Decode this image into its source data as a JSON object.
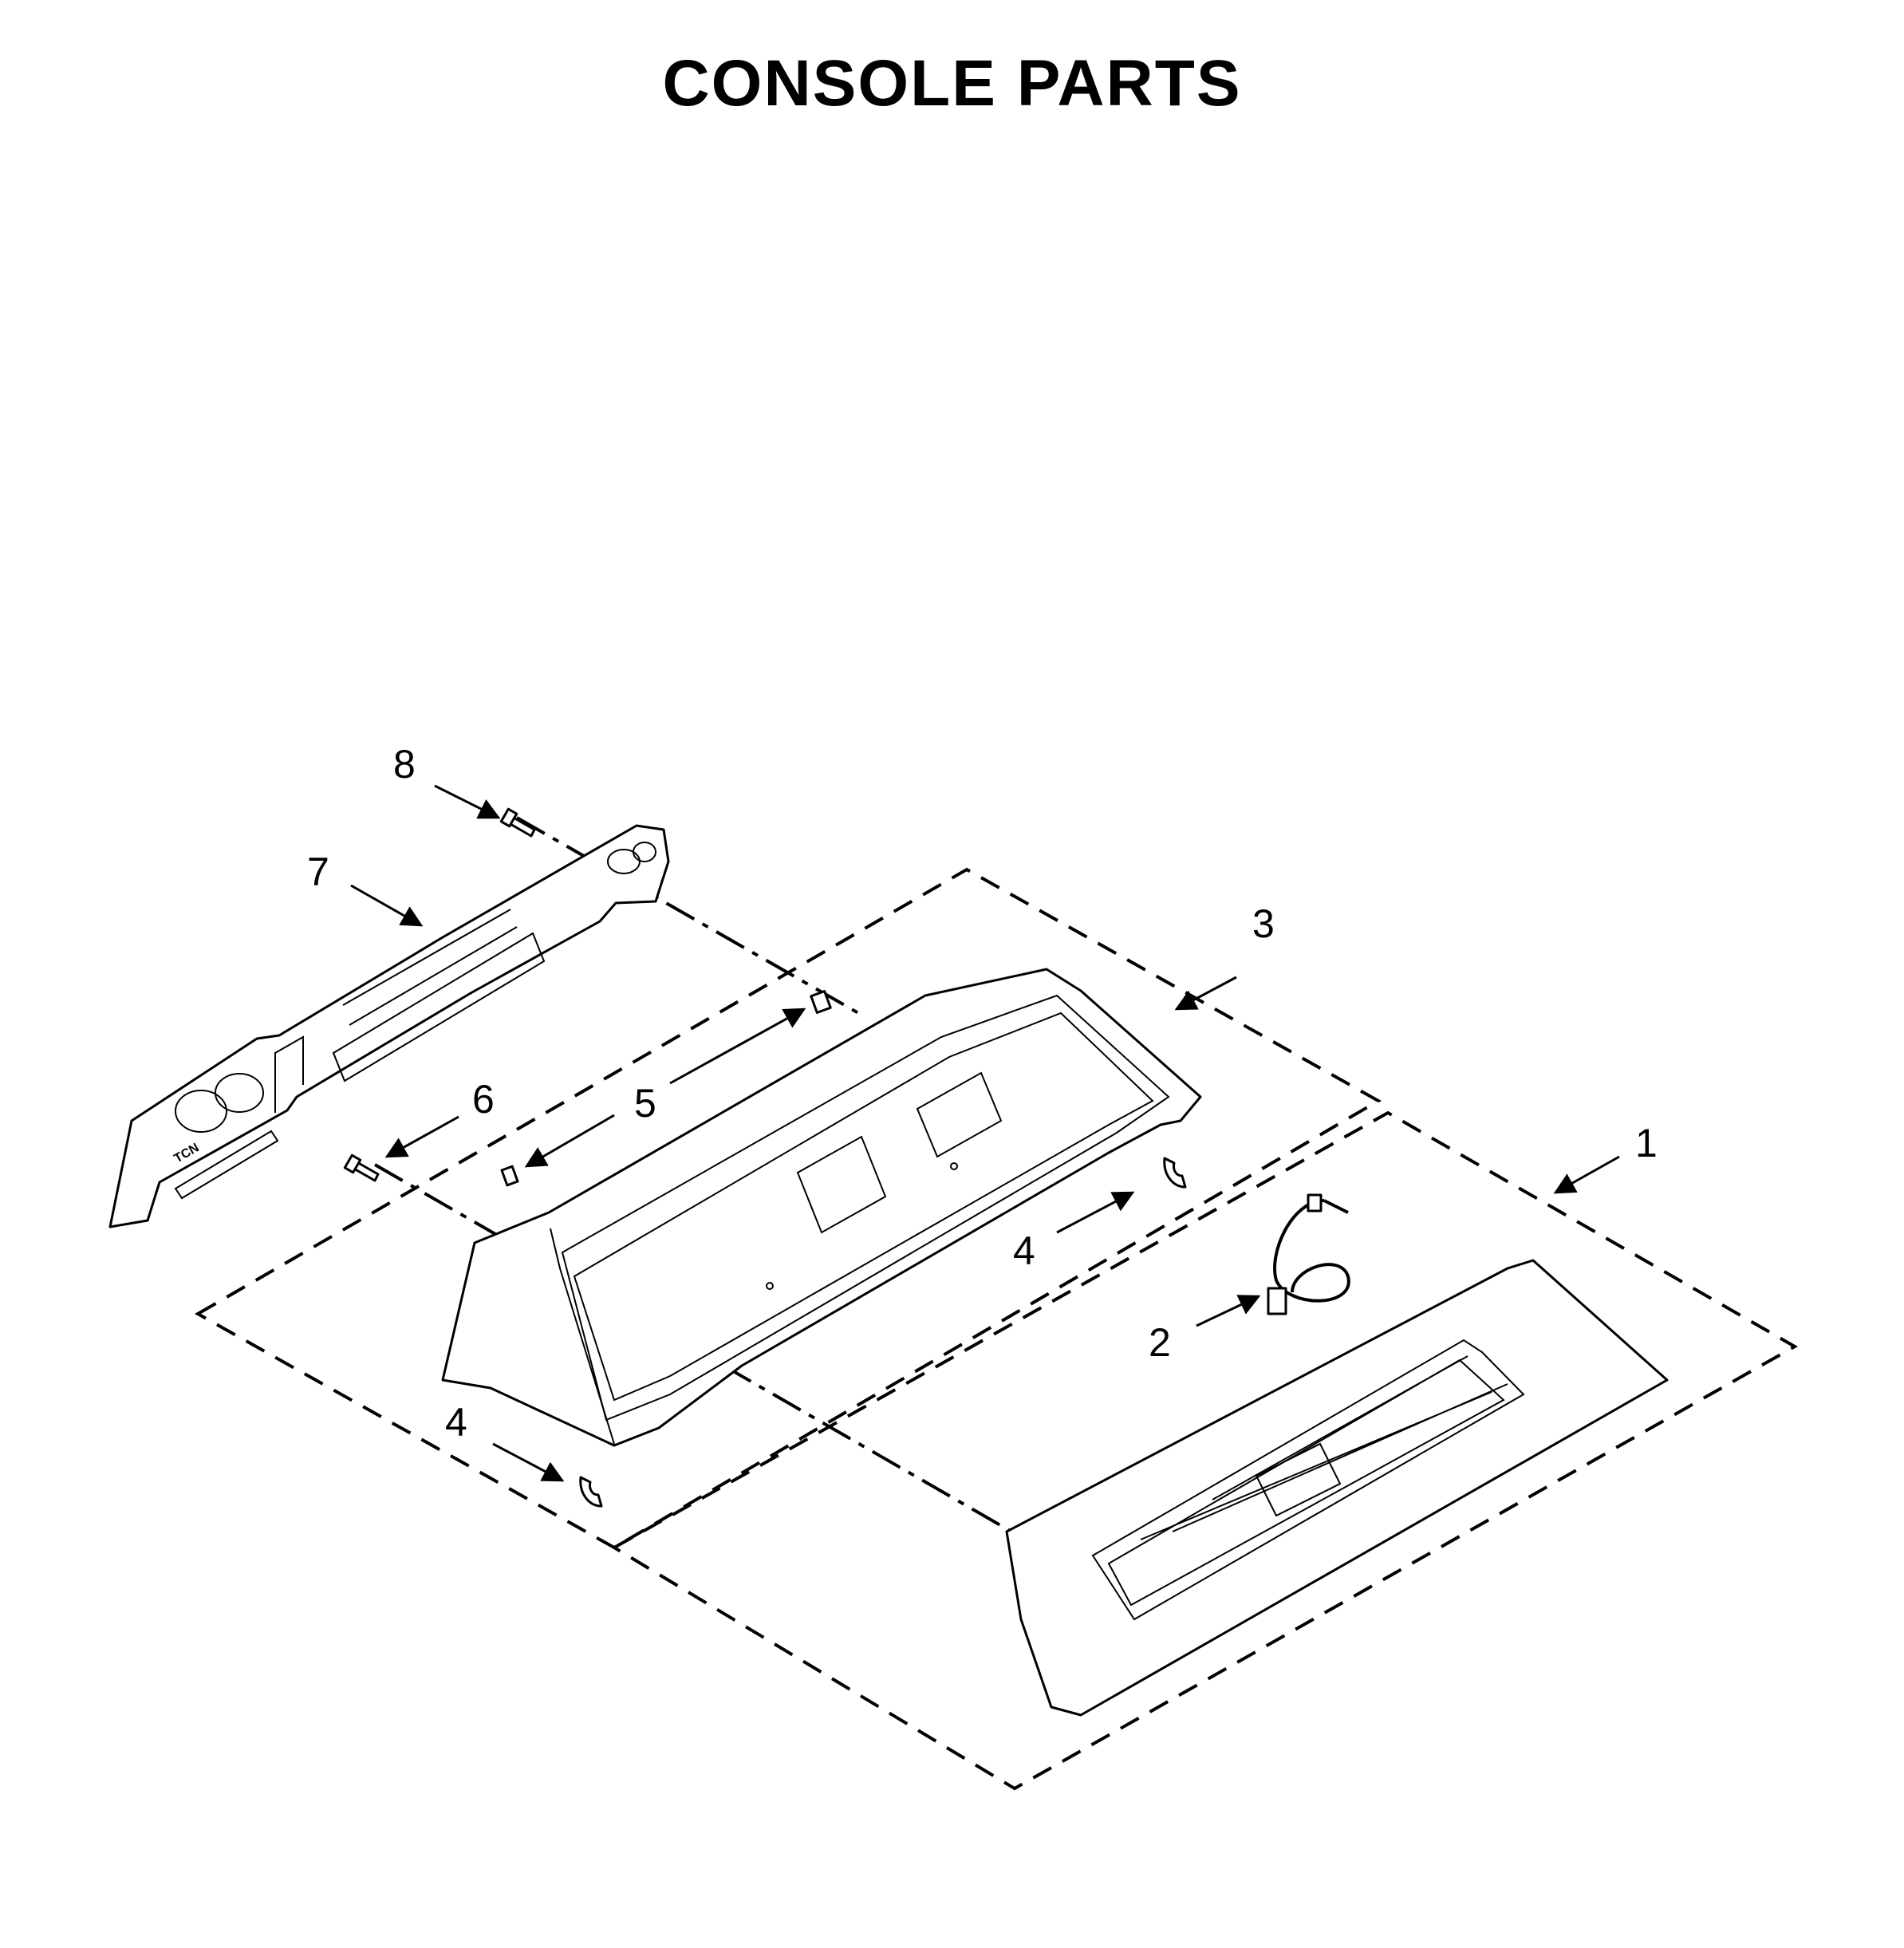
{
  "title": "CONSOLE PARTS",
  "callouts": [
    {
      "id": "1",
      "label": "1"
    },
    {
      "id": "2",
      "label": "2"
    },
    {
      "id": "3",
      "label": "3"
    },
    {
      "id": "4a",
      "label": "4"
    },
    {
      "id": "4b",
      "label": "4"
    },
    {
      "id": "5",
      "label": "5"
    },
    {
      "id": "6",
      "label": "6"
    },
    {
      "id": "7",
      "label": "7"
    },
    {
      "id": "8",
      "label": "8"
    }
  ],
  "rear_panel_marking": "TCN"
}
